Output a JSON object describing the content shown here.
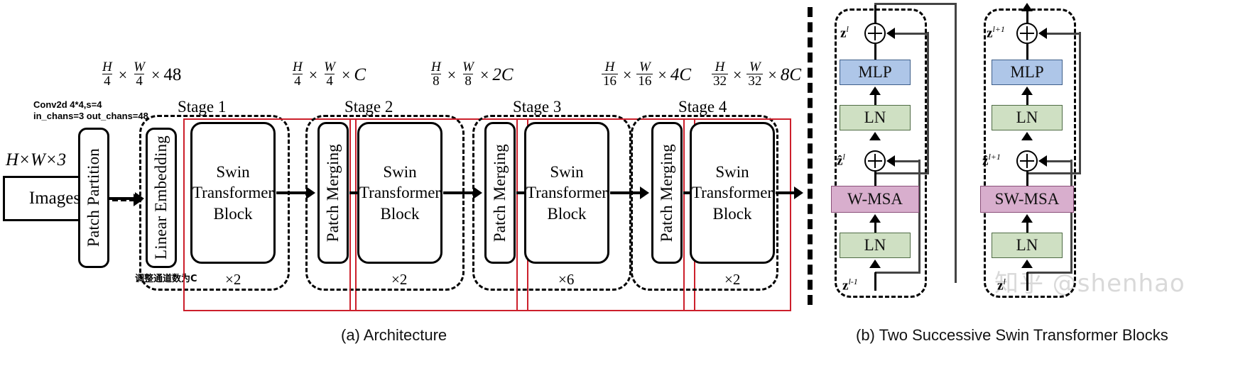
{
  "figure": {
    "panel_a_caption": "(a) Architecture",
    "panel_b_caption": "(b) Two Successive Swin Transformer Blocks"
  },
  "panel_a": {
    "input_label": "H×W×3",
    "images_box": "Images",
    "conv_annotation_line1": "Conv2d 4*4,s=4",
    "conv_annotation_line2": "in_chans=3 out_chans=48",
    "chinese_annotation": "调整通道数为C",
    "patch_partition": "Patch Partition",
    "linear_embedding": "Linear Embedding",
    "patch_merging": "Patch Merging",
    "swin_block": "Swin\nTransformer\nBlock",
    "swin_block_l1": "Swin",
    "swin_block_l2": "Transformer",
    "swin_block_l3": "Block",
    "stages": [
      {
        "label": "Stage 1",
        "multiplier": "×2",
        "dim_num": "H",
        "dim_den": "4",
        "dim_num2": "W",
        "dim_den2": "4",
        "channels": "C"
      },
      {
        "label": "Stage 2",
        "multiplier": "×2",
        "dim_num": "H",
        "dim_den": "8",
        "dim_num2": "W",
        "dim_den2": "8",
        "channels": "2C"
      },
      {
        "label": "Stage 3",
        "multiplier": "×6",
        "dim_num": "H",
        "dim_den": "16",
        "dim_num2": "W",
        "dim_den2": "16",
        "channels": "4C"
      },
      {
        "label": "Stage 4",
        "multiplier": "×2",
        "dim_num": "H",
        "dim_den": "32",
        "dim_num2": "W",
        "dim_den2": "32",
        "channels": "8C"
      }
    ],
    "dim_after_partition": {
      "num": "H",
      "den": "4",
      "num2": "W",
      "den2": "4",
      "channels": "48"
    }
  },
  "panel_b": {
    "blocks": [
      {
        "name": "block-l",
        "top_label": "z",
        "top_sup": "l",
        "mid_label": "ẑ",
        "mid_sup": "l",
        "bottom_label": "z",
        "bottom_sup": "l-1",
        "mlp": "MLP",
        "ln_top": "LN",
        "attn": "W-MSA",
        "ln_bottom": "LN"
      },
      {
        "name": "block-l-plus-1",
        "top_label": "z",
        "top_sup": "l+1",
        "mid_label": "ẑ",
        "mid_sup": "l+1",
        "bottom_label": "z",
        "bottom_sup": "l",
        "mlp": "MLP",
        "ln_top": "LN",
        "attn": "SW-MSA",
        "ln_bottom": "LN"
      }
    ]
  },
  "colors": {
    "mlp": "#aec6e8",
    "ln": "#cfe0c3",
    "msa": "#d8aecd",
    "red_group": "#cc1f2b",
    "stroke": "#000000",
    "watermark": "#d9d9d9"
  },
  "watermark": {
    "text": "知乎 @shenhao"
  }
}
